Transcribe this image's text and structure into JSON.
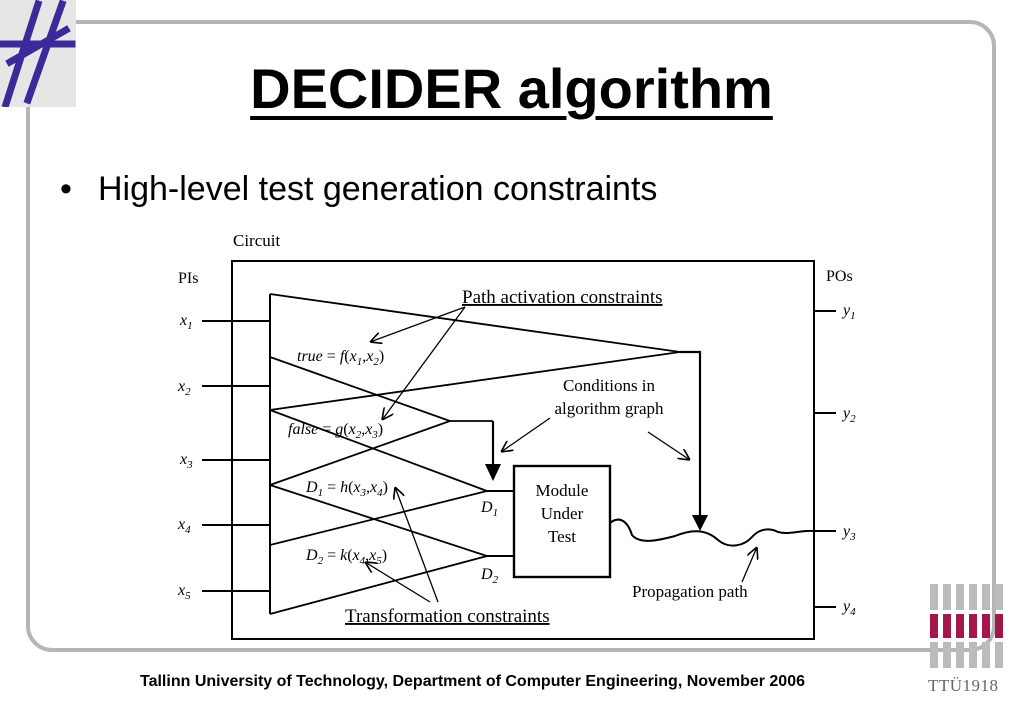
{
  "title": "DECIDER algorithm",
  "bullet": "High-level test generation constraints",
  "footer": "Tallinn University of Technology, Department of Computer Engineering, November 2006",
  "logo_text": "TTÜ1918",
  "diagram": {
    "circuit_label": "Circuit",
    "pis_label": "PIs",
    "pos_label": "POs",
    "inputs": [
      {
        "base": "x",
        "sub": "1"
      },
      {
        "base": "x",
        "sub": "2"
      },
      {
        "base": "x",
        "sub": "3"
      },
      {
        "base": "x",
        "sub": "4"
      },
      {
        "base": "x",
        "sub": "5"
      }
    ],
    "outputs": [
      {
        "base": "y",
        "sub": "1"
      },
      {
        "base": "y",
        "sub": "2"
      },
      {
        "base": "y",
        "sub": "3"
      },
      {
        "base": "y",
        "sub": "4"
      }
    ],
    "path_activation": "Path activation constraints",
    "conditions_line1": "Conditions in",
    "conditions_line2": "algorithm graph",
    "module_line1": "Module",
    "module_line2": "Under",
    "module_line3": "Test",
    "propagation": "Propagation path",
    "transformation": "Transformation constraints",
    "d1": {
      "base": "D",
      "sub": "1"
    },
    "d2": {
      "base": "D",
      "sub": "2"
    },
    "eq_true": {
      "lhs": "true",
      "fn": "f",
      "a": "1",
      "b": "2"
    },
    "eq_false": {
      "lhs": "false",
      "fn": "g",
      "a": "2",
      "b": "3"
    },
    "eq_d1": {
      "lhs": "D",
      "lhs_sub": "1",
      "fn": "h",
      "a": "3",
      "b": "4"
    },
    "eq_d2": {
      "lhs": "D",
      "lhs_sub": "2",
      "fn": "k",
      "a": "4",
      "b": "5"
    }
  }
}
